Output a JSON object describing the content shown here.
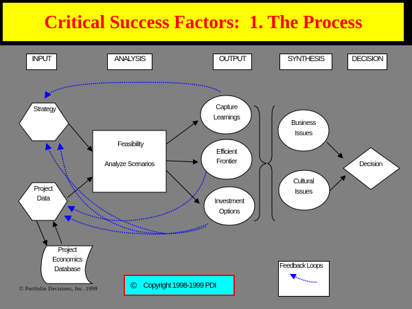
{
  "title": "Critical Success Factors:  1. The Process",
  "columns": [
    {
      "id": "input",
      "label": "INPUT"
    },
    {
      "id": "analysis",
      "label": "ANALYSIS"
    },
    {
      "id": "output",
      "label": "OUTPUT"
    },
    {
      "id": "synthesis",
      "label": "SYNTHESIS"
    },
    {
      "id": "decision",
      "label": "DECISION"
    }
  ],
  "nodes": {
    "strategy": {
      "label": "Strategy",
      "shape": "hexagon"
    },
    "project_data": {
      "label_line1": "Project",
      "label_line2": "Data",
      "shape": "hexagon"
    },
    "database": {
      "label_line1": "Project",
      "label_line2": "Economics",
      "label_line3": "Database",
      "shape": "stored-data"
    },
    "analysis_box": {
      "label_line1": "Feasibility",
      "label_line2": "Analyze Scenarios",
      "shape": "rectangle"
    },
    "capture_learnings": {
      "label_line1": "Capture",
      "label_line2": "Learnings",
      "shape": "ellipse"
    },
    "efficient_frontier": {
      "label_line1": "Efficient",
      "label_line2": "Frontier",
      "shape": "ellipse"
    },
    "investment_options": {
      "label_line1": "Investment",
      "label_line2": "Options",
      "shape": "ellipse"
    },
    "business_issues": {
      "label_line1": "Business",
      "label_line2": "Issues",
      "shape": "ellipse"
    },
    "cultural_issues": {
      "label_line1": "Cultural",
      "label_line2": "Issues",
      "shape": "ellipse"
    },
    "decision": {
      "label": "Decision",
      "shape": "diamond"
    }
  },
  "edges": [
    {
      "from": "strategy",
      "to": "analysis_box",
      "style": "solid"
    },
    {
      "from": "project_data",
      "to": "analysis_box",
      "style": "solid"
    },
    {
      "from": "project_data",
      "to": "database",
      "style": "solid"
    },
    {
      "from": "database",
      "to": "project_data",
      "style": "solid"
    },
    {
      "from": "analysis_box",
      "to": "capture_learnings",
      "style": "solid"
    },
    {
      "from": "analysis_box",
      "to": "efficient_frontier",
      "style": "solid"
    },
    {
      "from": "analysis_box",
      "to": "investment_options",
      "style": "solid"
    },
    {
      "from": "business_issues",
      "to": "decision",
      "style": "solid"
    },
    {
      "from": "cultural_issues",
      "to": "decision",
      "style": "solid"
    },
    {
      "from": "capture_learnings",
      "to": "strategy",
      "style": "feedback"
    },
    {
      "from": "efficient_frontier",
      "to": "strategy",
      "style": "feedback"
    },
    {
      "from": "efficient_frontier",
      "to": "project_data",
      "style": "feedback"
    },
    {
      "from": "investment_options",
      "to": "strategy",
      "style": "feedback"
    },
    {
      "from": "investment_options",
      "to": "project_data",
      "style": "feedback"
    }
  ],
  "colors": {
    "title_bg": "#ffff00",
    "title_text": "#ff0000",
    "background": "#808080",
    "feedback": "#0000ff",
    "copyright_bg": "#00ffff",
    "copyright_border": "#ff0000"
  },
  "footer": {
    "pdi_note": "© Portfolio Decisions, Inc. 1999",
    "copyright_symbol": "©",
    "copyright_text": "Copyright 1998-1999 PDI"
  },
  "legend": {
    "title": "Feedback Loops",
    "icon": "dotted-arrow-icon"
  }
}
